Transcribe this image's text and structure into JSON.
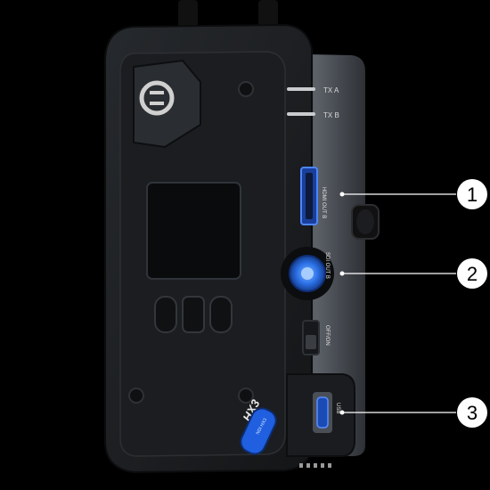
{
  "device": {
    "status_labels": [
      "TX A",
      "TX B"
    ],
    "port_labels": {
      "hdmi": "HDMI OUT B",
      "sdi": "SDI OUT B",
      "switch": "OFF/ON",
      "usb": "USB"
    },
    "brand_text": "HX3",
    "button_text": "NDI HX3"
  },
  "callouts": [
    {
      "number": "1",
      "target": "hdmi-port"
    },
    {
      "number": "2",
      "target": "sdi-port"
    },
    {
      "number": "3",
      "target": "usb-port"
    }
  ],
  "colors": {
    "background": "#000000",
    "body": "#1d1f22",
    "side_panel": "#5a5f66",
    "accent_blue": "#1f5fe0",
    "callout_line": "#ffffff"
  },
  "icons": [
    "hollyland-logo-icon",
    "nav-button-icon"
  ]
}
